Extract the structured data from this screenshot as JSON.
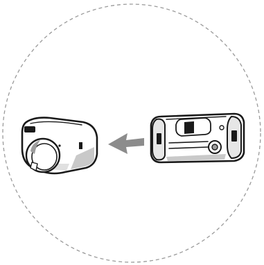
{
  "illustration": {
    "steps": [
      {
        "id": "cap",
        "icon": "lens-cap-icon"
      },
      {
        "id": "direction",
        "icon": "arrow-left-icon"
      },
      {
        "id": "module",
        "icon": "camera-module-icon"
      }
    ]
  },
  "colors": {
    "background": "#ffffff",
    "outline": "#1a1a1a",
    "dashed_circle": "#9a9a9a",
    "arrow": "#8c8c8c",
    "shade_light": "#e6e6e6",
    "shade_mid": "#c9c9c9",
    "shade_dark": "#9c9c9c"
  }
}
